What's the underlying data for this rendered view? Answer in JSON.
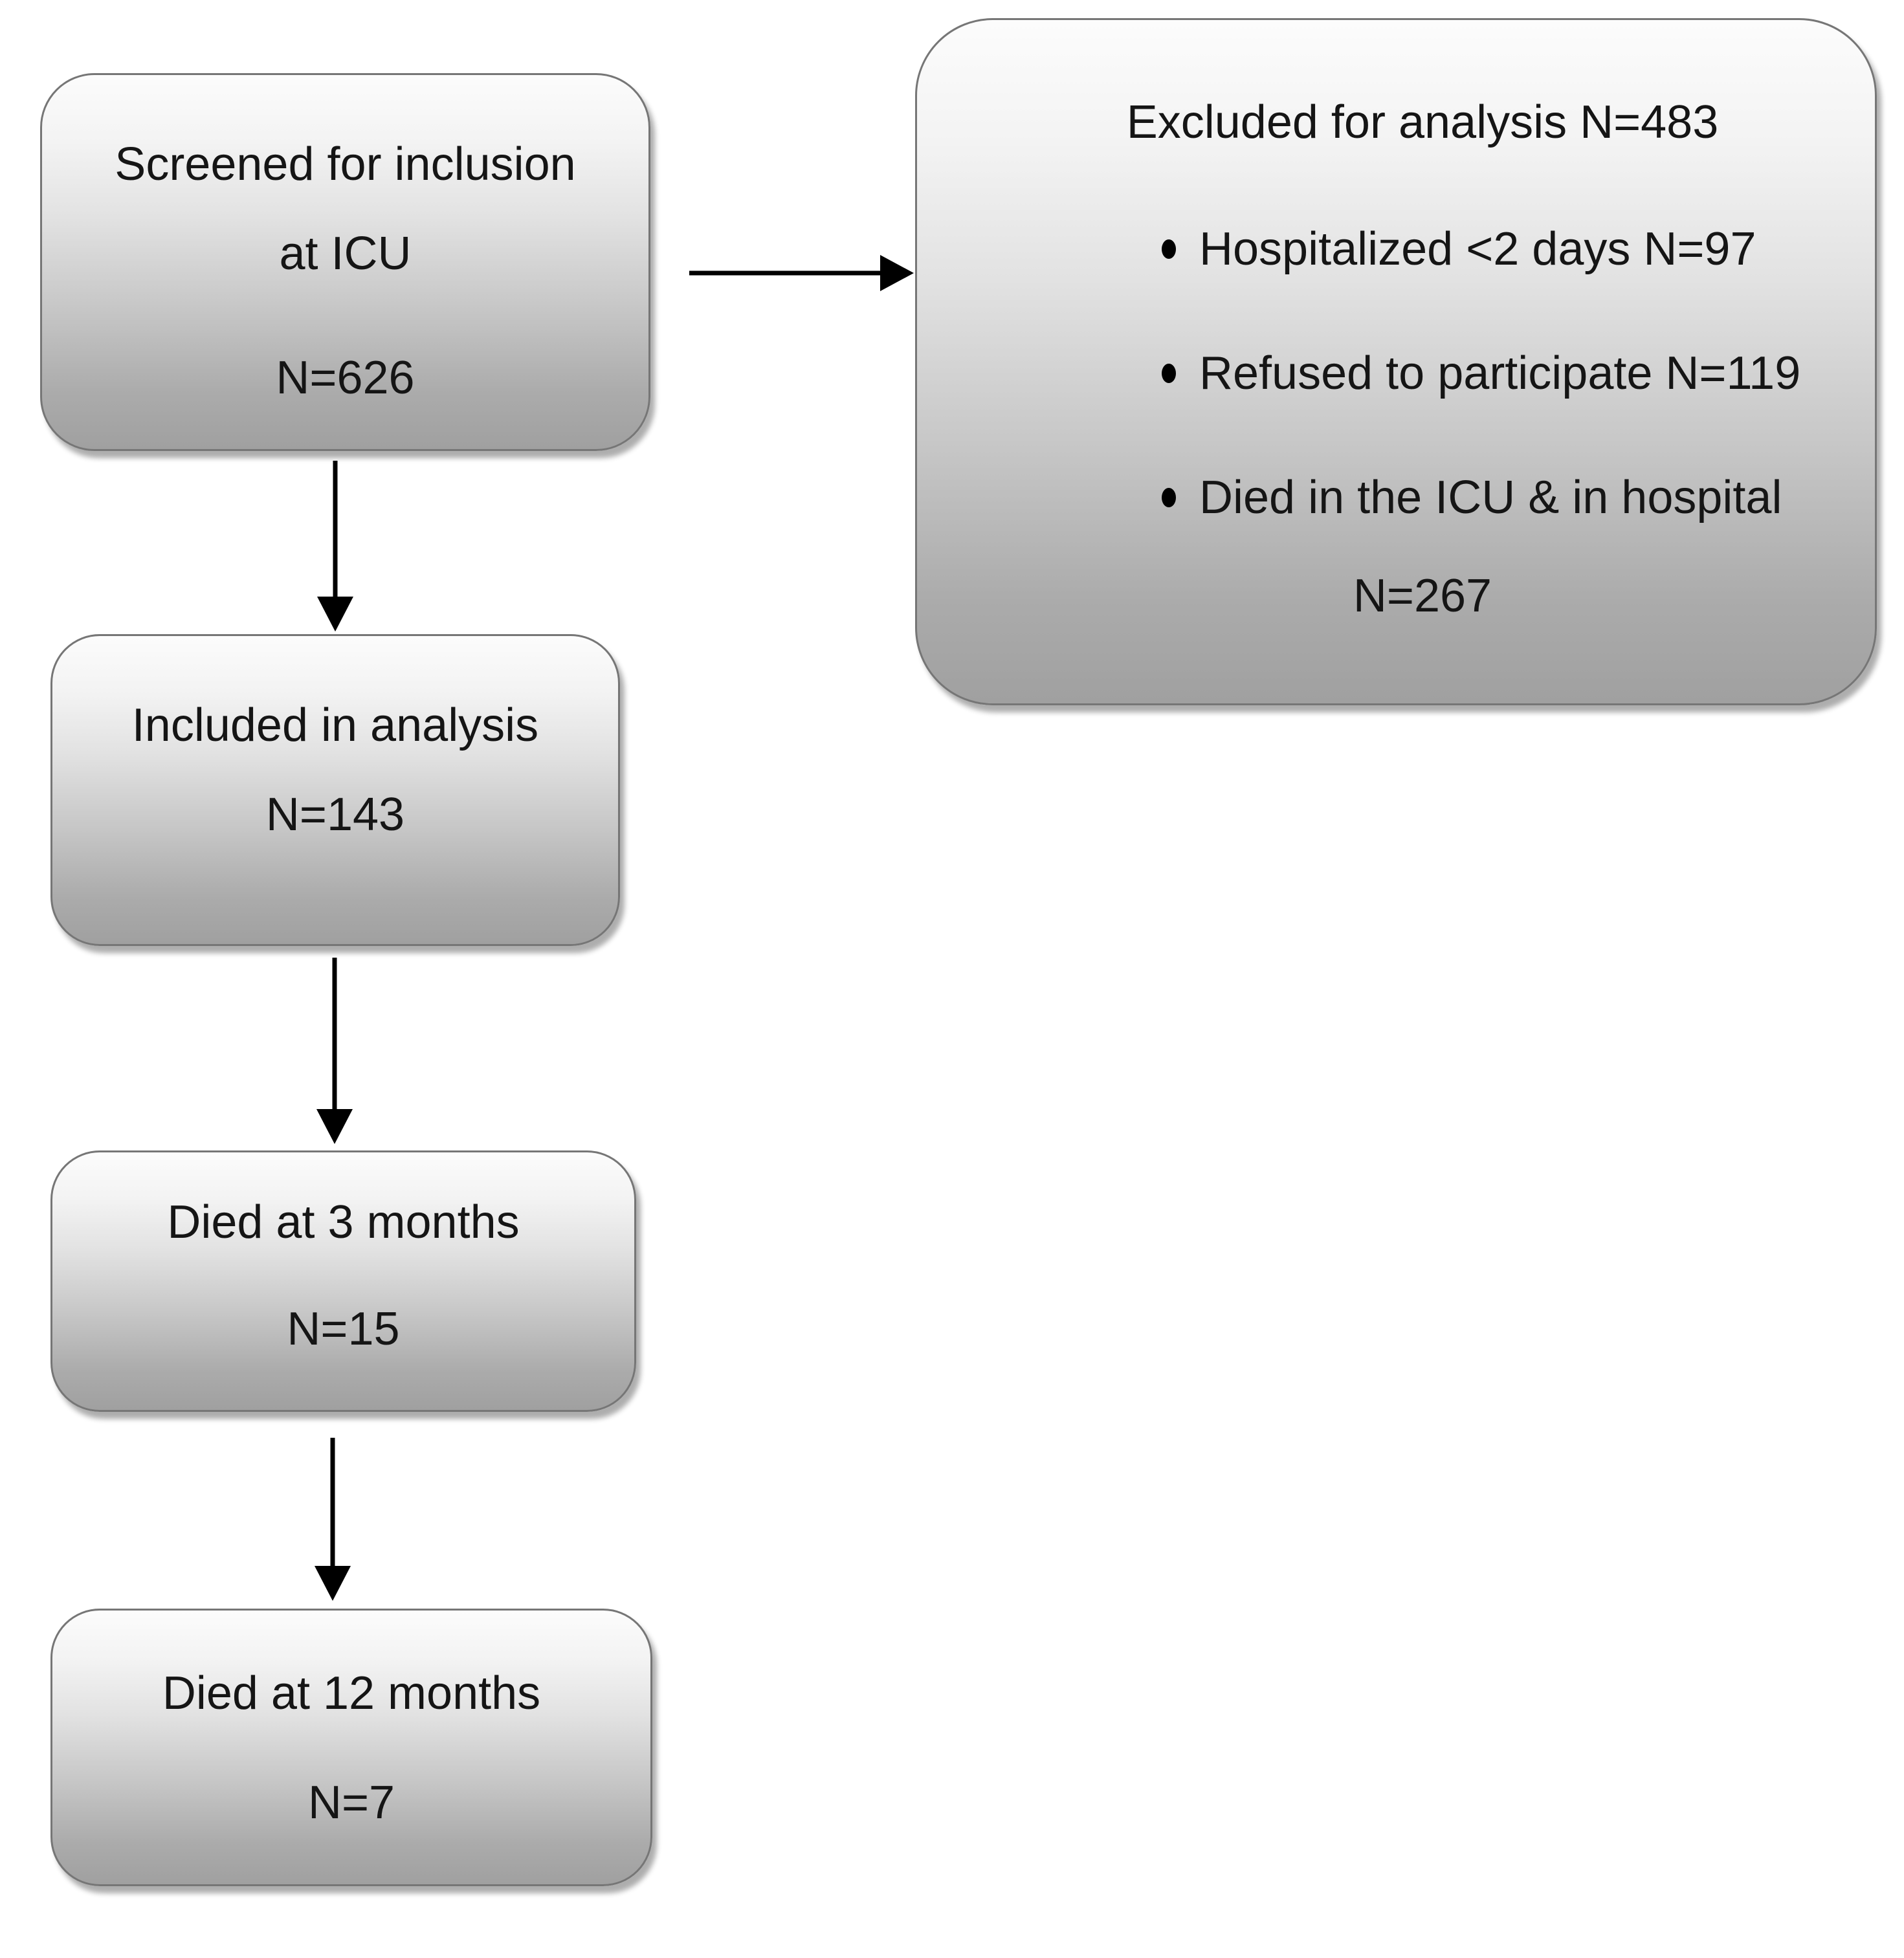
{
  "diagram": {
    "screened": {
      "title_line1": "Screened for inclusion",
      "title_line2": "at ICU",
      "count": "N=626"
    },
    "excluded": {
      "title": "Excluded for analysis N=483",
      "bullets": [
        "Hospitalized <2 days N=97",
        "Refused to participate N=119",
        "Died in the ICU & in hospital"
      ],
      "count": "N=267"
    },
    "included": {
      "title": "Included in analysis",
      "count": "N=143"
    },
    "died_3m": {
      "title": "Died at 3 months",
      "count": "N=15"
    },
    "died_12m": {
      "title": "Died at 12 months",
      "count": "N=7"
    },
    "colors": {
      "background": "#ffffff",
      "box_gradient_top": "#fcfcfc",
      "box_gradient_bottom": "#a0a0a0",
      "box_border": "#767676",
      "arrow": "#000000",
      "text": "#151515"
    }
  }
}
